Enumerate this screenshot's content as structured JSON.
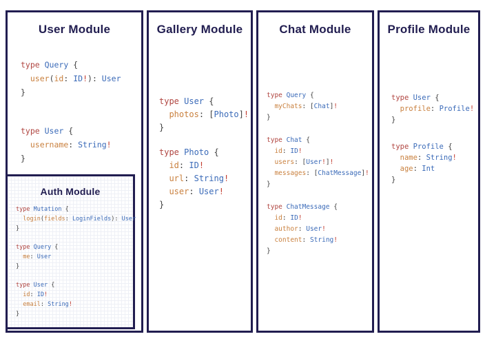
{
  "colors": {
    "navy": "#211d50",
    "k": "#b04540",
    "t": "#3a6ab8",
    "f": "#c9803e",
    "p": "#404040",
    "b": "#c23b2e",
    "background": "#ffffff"
  },
  "panels": {
    "user": {
      "title": "User Module",
      "blocks": [
        [
          [
            [
              "k",
              "type "
            ],
            [
              "t",
              "Query"
            ],
            [
              "p",
              " {"
            ]
          ],
          [
            [
              "p",
              "  "
            ],
            [
              "f",
              "user"
            ],
            [
              "p",
              "("
            ],
            [
              "f",
              "id"
            ],
            [
              "p",
              ": "
            ],
            [
              "t",
              "ID"
            ],
            [
              "b",
              "!"
            ],
            [
              "p",
              "): "
            ],
            [
              "t",
              "User"
            ]
          ],
          [
            [
              "p",
              "}"
            ]
          ]
        ],
        [
          [
            [
              "k",
              "type "
            ],
            [
              "t",
              "User"
            ],
            [
              "p",
              " {"
            ]
          ],
          [
            [
              "p",
              "  "
            ],
            [
              "f",
              "username"
            ],
            [
              "p",
              ": "
            ],
            [
              "t",
              "String"
            ],
            [
              "b",
              "!"
            ]
          ],
          [
            [
              "p",
              "}"
            ]
          ]
        ]
      ]
    },
    "auth": {
      "title": "Auth Module",
      "blocks": [
        [
          [
            [
              "k",
              "type "
            ],
            [
              "t",
              "Mutation"
            ],
            [
              "p",
              " {"
            ]
          ],
          [
            [
              "p",
              "  "
            ],
            [
              "f",
              "login"
            ],
            [
              "p",
              "("
            ],
            [
              "f",
              "fields"
            ],
            [
              "p",
              ": "
            ],
            [
              "t",
              "LoginFields"
            ],
            [
              "p",
              "): "
            ],
            [
              "t",
              "User"
            ]
          ],
          [
            [
              "p",
              "}"
            ]
          ]
        ],
        [
          [
            [
              "k",
              "type "
            ],
            [
              "t",
              "Query"
            ],
            [
              "p",
              " {"
            ]
          ],
          [
            [
              "p",
              "  "
            ],
            [
              "f",
              "me"
            ],
            [
              "p",
              ": "
            ],
            [
              "t",
              "User"
            ]
          ],
          [
            [
              "p",
              "}"
            ]
          ]
        ],
        [
          [
            [
              "k",
              "type "
            ],
            [
              "t",
              "User"
            ],
            [
              "p",
              " {"
            ]
          ],
          [
            [
              "p",
              "  "
            ],
            [
              "f",
              "id"
            ],
            [
              "p",
              ": "
            ],
            [
              "t",
              "ID"
            ],
            [
              "b",
              "!"
            ]
          ],
          [
            [
              "p",
              "  "
            ],
            [
              "f",
              "email"
            ],
            [
              "p",
              ": "
            ],
            [
              "t",
              "String"
            ],
            [
              "b",
              "!"
            ]
          ],
          [
            [
              "p",
              "}"
            ]
          ]
        ]
      ]
    },
    "gallery": {
      "title": "Gallery Module",
      "blocks": [
        [
          [
            [
              "k",
              "type "
            ],
            [
              "t",
              "User"
            ],
            [
              "p",
              " {"
            ]
          ],
          [
            [
              "p",
              "  "
            ],
            [
              "f",
              "photos"
            ],
            [
              "p",
              ": ["
            ],
            [
              "t",
              "Photo"
            ],
            [
              "p",
              "]"
            ],
            [
              "b",
              "!"
            ]
          ],
          [
            [
              "p",
              "}"
            ]
          ]
        ],
        [
          [
            [
              "k",
              "type "
            ],
            [
              "t",
              "Photo"
            ],
            [
              "p",
              " {"
            ]
          ],
          [
            [
              "p",
              "  "
            ],
            [
              "f",
              "id"
            ],
            [
              "p",
              ": "
            ],
            [
              "t",
              "ID"
            ],
            [
              "b",
              "!"
            ]
          ],
          [
            [
              "p",
              "  "
            ],
            [
              "f",
              "url"
            ],
            [
              "p",
              ": "
            ],
            [
              "t",
              "String"
            ],
            [
              "b",
              "!"
            ]
          ],
          [
            [
              "p",
              "  "
            ],
            [
              "f",
              "user"
            ],
            [
              "p",
              ": "
            ],
            [
              "t",
              "User"
            ],
            [
              "b",
              "!"
            ]
          ],
          [
            [
              "p",
              "}"
            ]
          ]
        ]
      ]
    },
    "chat": {
      "title": "Chat Module",
      "blocks": [
        [
          [
            [
              "k",
              "type "
            ],
            [
              "t",
              "Query"
            ],
            [
              "p",
              " {"
            ]
          ],
          [
            [
              "p",
              "  "
            ],
            [
              "f",
              "myChats"
            ],
            [
              "p",
              ": ["
            ],
            [
              "t",
              "Chat"
            ],
            [
              "p",
              "]"
            ],
            [
              "b",
              "!"
            ]
          ],
          [
            [
              "p",
              "}"
            ]
          ]
        ],
        [
          [
            [
              "k",
              "type "
            ],
            [
              "t",
              "Chat"
            ],
            [
              "p",
              " {"
            ]
          ],
          [
            [
              "p",
              "  "
            ],
            [
              "f",
              "id"
            ],
            [
              "p",
              ": "
            ],
            [
              "t",
              "ID"
            ],
            [
              "b",
              "!"
            ]
          ],
          [
            [
              "p",
              "  "
            ],
            [
              "f",
              "users"
            ],
            [
              "p",
              ": ["
            ],
            [
              "t",
              "User"
            ],
            [
              "b",
              "!"
            ],
            [
              "p",
              "]"
            ],
            [
              "b",
              "!"
            ]
          ],
          [
            [
              "p",
              "  "
            ],
            [
              "f",
              "messages"
            ],
            [
              "p",
              ": ["
            ],
            [
              "t",
              "ChatMessage"
            ],
            [
              "p",
              "]"
            ],
            [
              "b",
              "!"
            ]
          ],
          [
            [
              "p",
              "}"
            ]
          ]
        ],
        [
          [
            [
              "k",
              "type "
            ],
            [
              "t",
              "ChatMessage"
            ],
            [
              "p",
              " {"
            ]
          ],
          [
            [
              "p",
              "  "
            ],
            [
              "f",
              "id"
            ],
            [
              "p",
              ": "
            ],
            [
              "t",
              "ID"
            ],
            [
              "b",
              "!"
            ]
          ],
          [
            [
              "p",
              "  "
            ],
            [
              "f",
              "author"
            ],
            [
              "p",
              ": "
            ],
            [
              "t",
              "User"
            ],
            [
              "b",
              "!"
            ]
          ],
          [
            [
              "p",
              "  "
            ],
            [
              "f",
              "content"
            ],
            [
              "p",
              ": "
            ],
            [
              "t",
              "String"
            ],
            [
              "b",
              "!"
            ]
          ],
          [
            [
              "p",
              "}"
            ]
          ]
        ]
      ]
    },
    "profile": {
      "title": "Profile Module",
      "blocks": [
        [
          [
            [
              "k",
              "type "
            ],
            [
              "t",
              "User"
            ],
            [
              "p",
              " {"
            ]
          ],
          [
            [
              "p",
              "  "
            ],
            [
              "f",
              "profile"
            ],
            [
              "p",
              ": "
            ],
            [
              "t",
              "Profile"
            ],
            [
              "b",
              "!"
            ]
          ],
          [
            [
              "p",
              "}"
            ]
          ]
        ],
        [
          [
            [
              "k",
              "type "
            ],
            [
              "t",
              "Profile"
            ],
            [
              "p",
              " {"
            ]
          ],
          [
            [
              "p",
              "  "
            ],
            [
              "f",
              "name"
            ],
            [
              "p",
              ": "
            ],
            [
              "t",
              "String"
            ],
            [
              "b",
              "!"
            ]
          ],
          [
            [
              "p",
              "  "
            ],
            [
              "f",
              "age"
            ],
            [
              "p",
              ": "
            ],
            [
              "t",
              "Int"
            ]
          ],
          [
            [
              "p",
              "}"
            ]
          ]
        ]
      ]
    }
  }
}
